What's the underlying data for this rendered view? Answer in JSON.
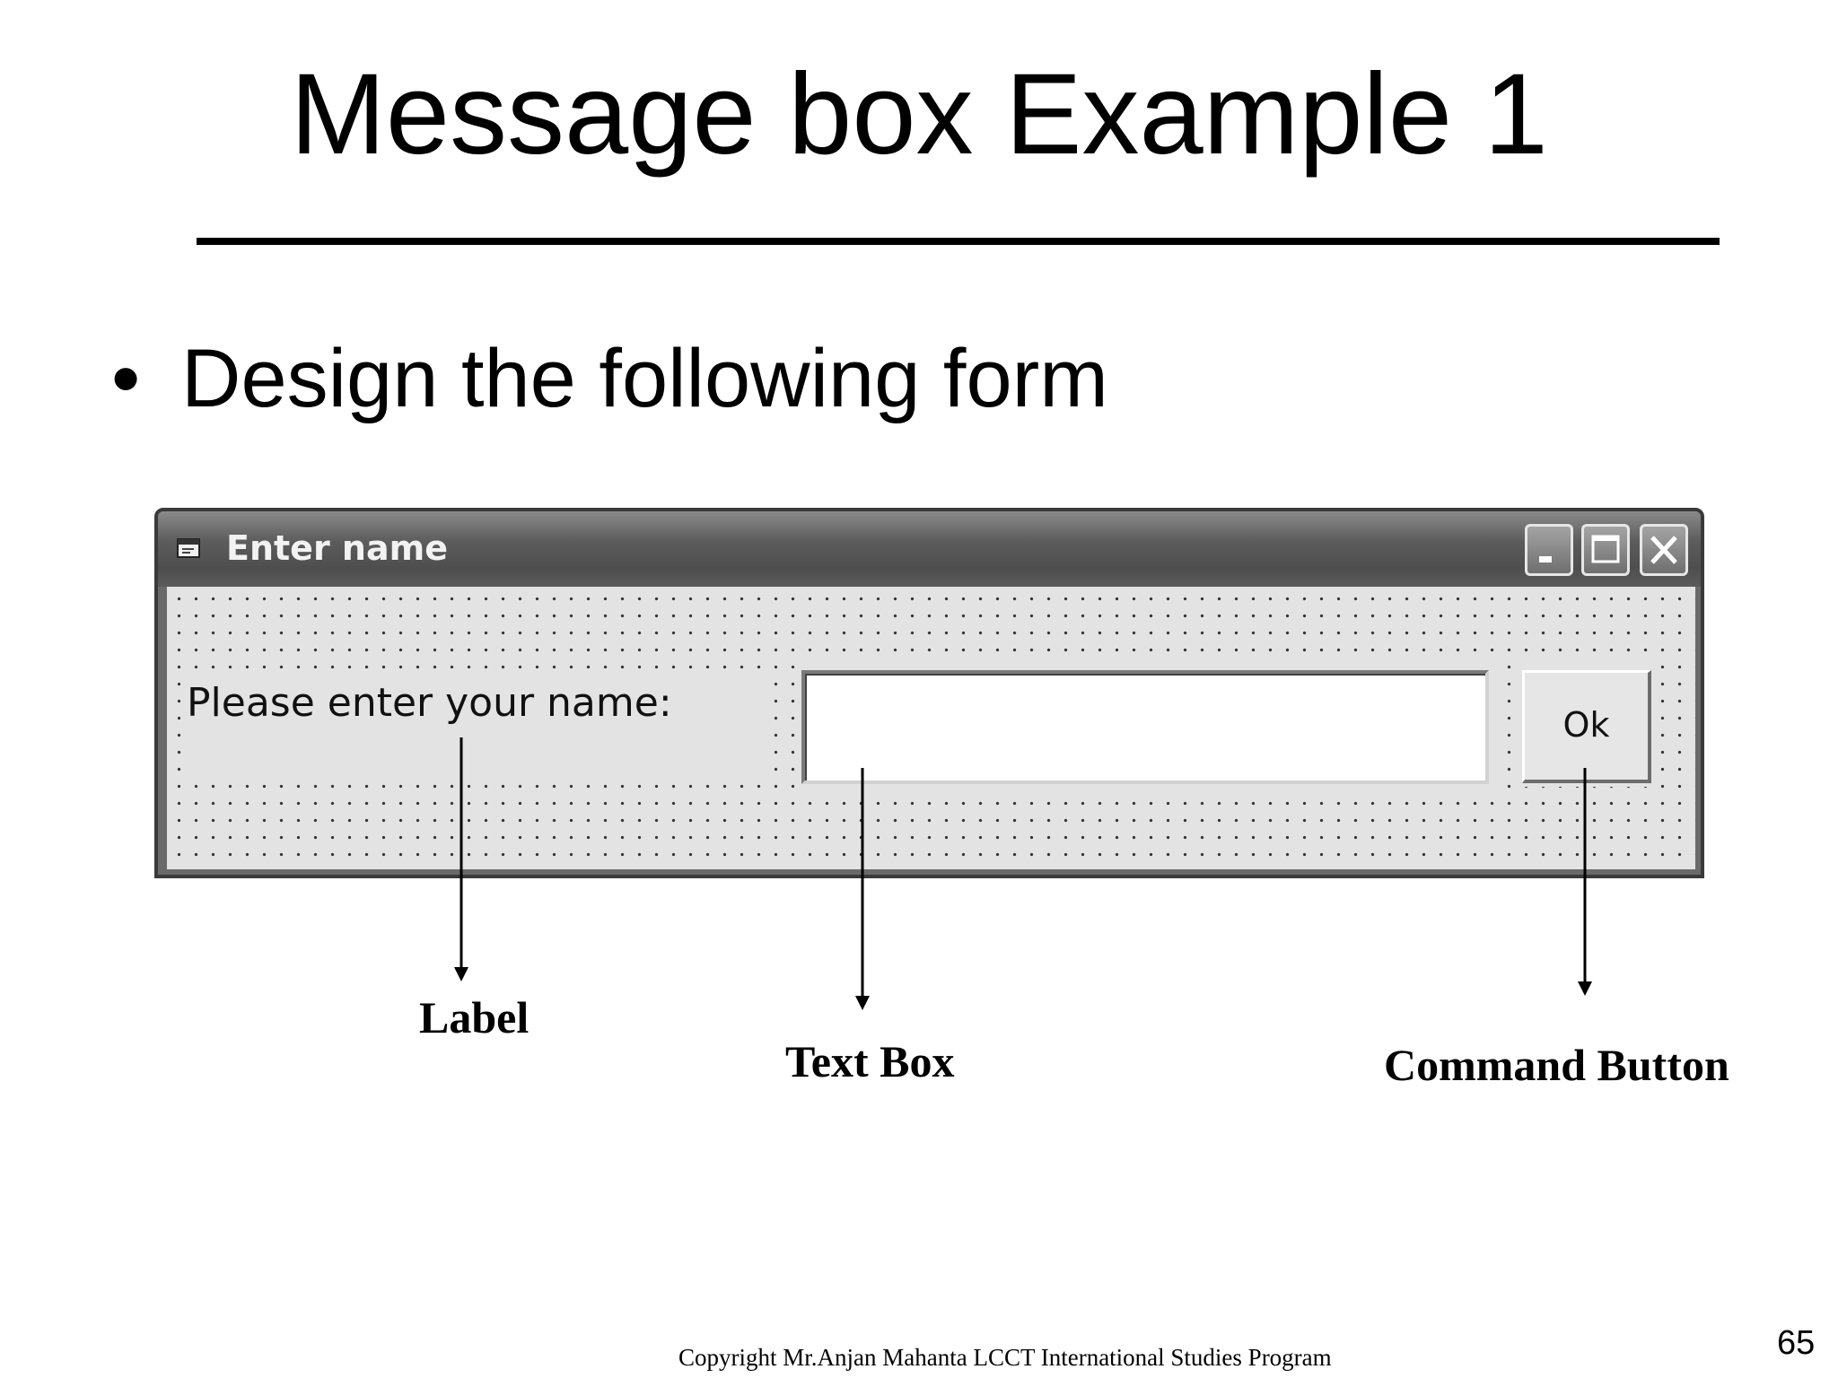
{
  "slide": {
    "title": "Message box Example 1",
    "bullet_marker": "•",
    "bullet_text": "Design the following form"
  },
  "window": {
    "title": "Enter name",
    "icon": "form-icon",
    "controls": {
      "minimize_icon": "minimize-icon",
      "maximize_icon": "maximize-icon",
      "close_icon": "close-icon"
    },
    "label_text": "Please enter your name:",
    "textbox_value": "",
    "ok_button_label": "Ok"
  },
  "annotations": {
    "label": "Label",
    "text_box": "Text Box",
    "command_button": "Command Button"
  },
  "footer": {
    "copyright": "Copyright Mr.Anjan Mahanta LCCT International Studies Program",
    "page_number": "65"
  },
  "colors": {
    "background": "#ffffff",
    "titlebar": "#5a5a5a",
    "client_area": "#e3e3e3"
  }
}
